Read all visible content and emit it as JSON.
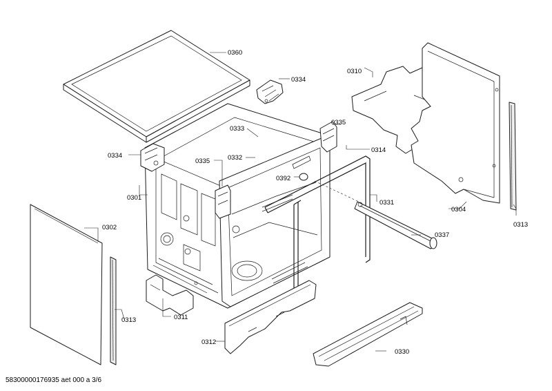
{
  "diagram": {
    "doc_id": "58300000176935 aet 000 a 3/6",
    "callouts": {
      "c0360": "0360",
      "c0334a": "0334",
      "c0334b": "0334",
      "c0333": "0333",
      "c0335a": "0335",
      "c0335b": "0335",
      "c0332": "0332",
      "c0310": "0310",
      "c0314": "0314",
      "c0392": "0392",
      "c0301": "0301",
      "c0331": "0331",
      "c0337": "0337",
      "c0304": "0304",
      "c0313a": "0313",
      "c0313b": "0313",
      "c0302": "0302",
      "c0311": "0311",
      "c0312": "0312",
      "c0330": "0330"
    }
  }
}
